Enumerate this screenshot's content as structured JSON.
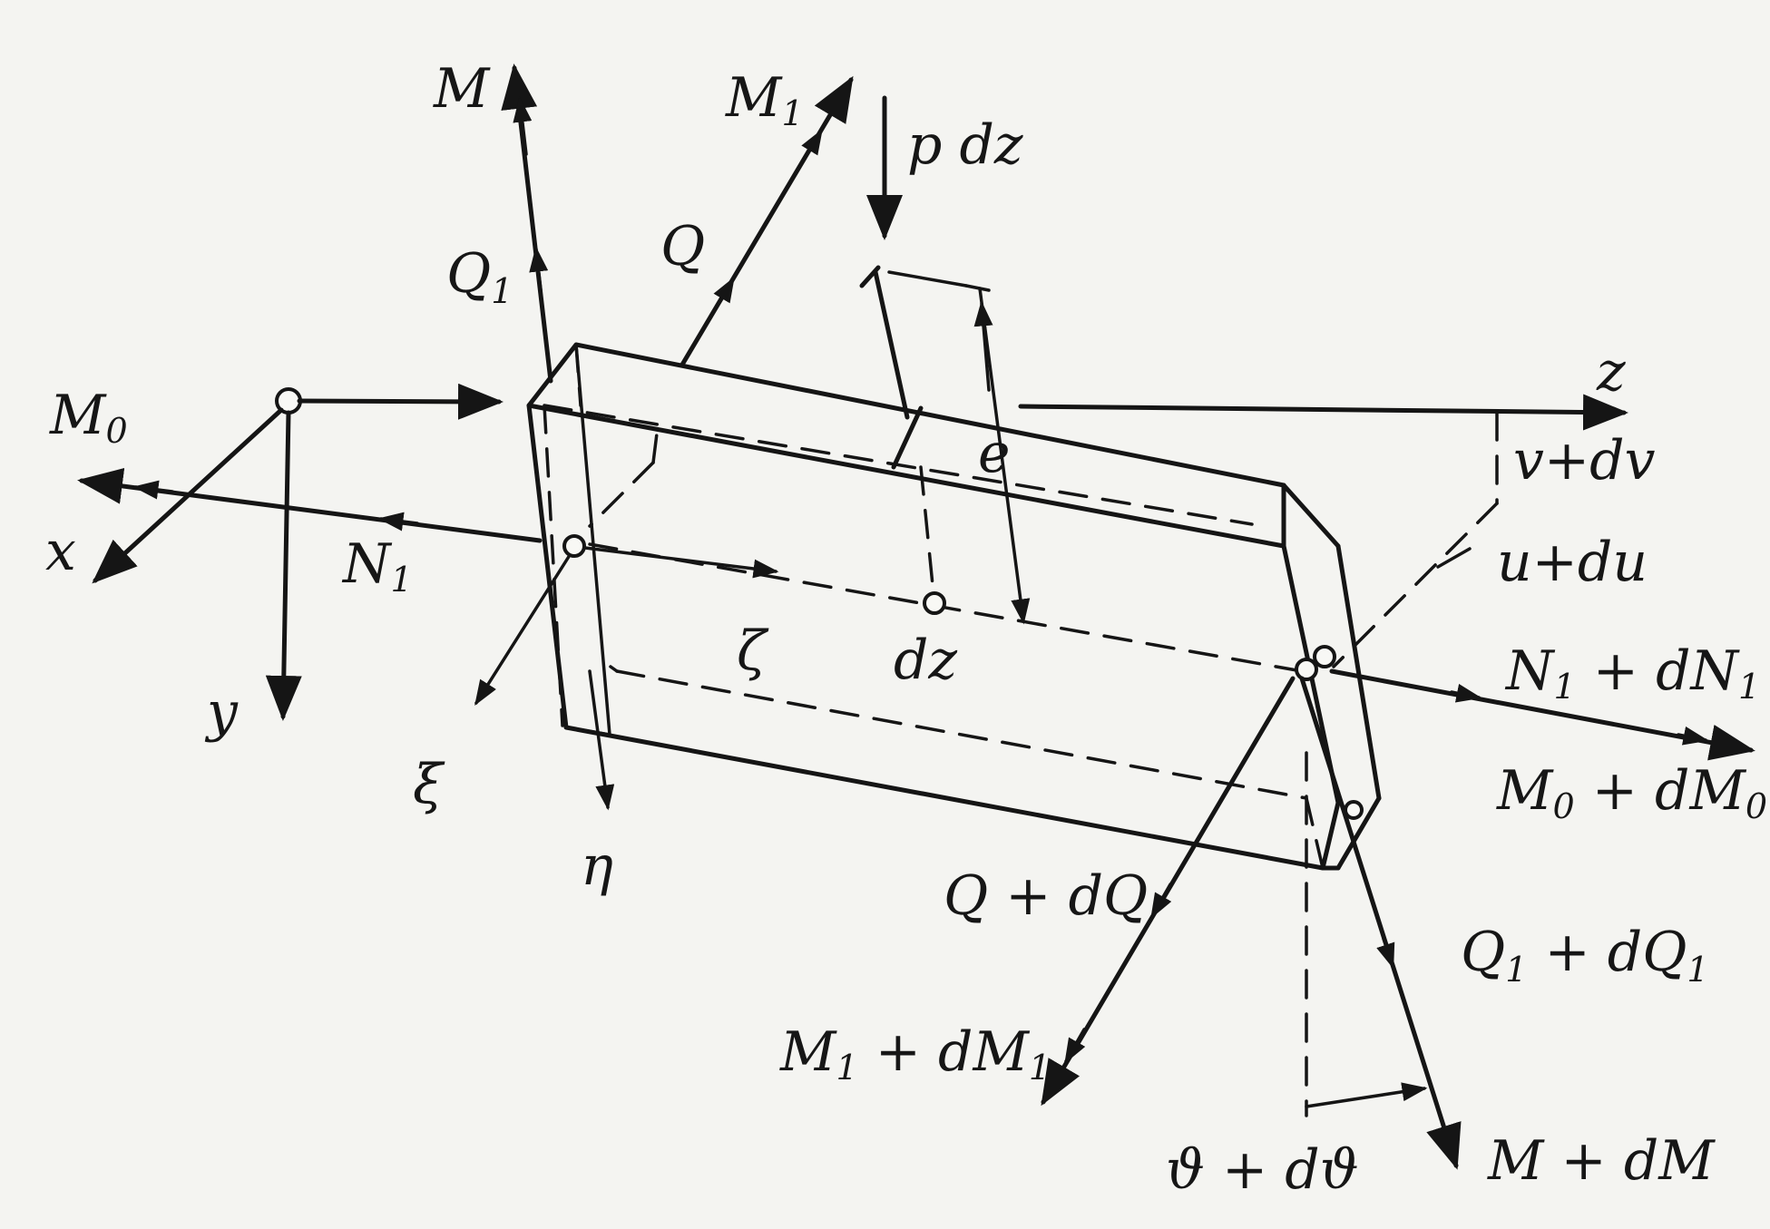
{
  "diagram": {
    "labels": {
      "M": "M",
      "M1": "M",
      "M1_sub": "1",
      "p_dz": "p dz",
      "Q1": "Q",
      "Q1_sub": "1",
      "Q": "Q",
      "z": "z",
      "M0": "M",
      "M0_sub": "0",
      "x": "x",
      "N1": "N",
      "N1_sub": "1",
      "y": "y",
      "xi": "ξ",
      "eta": "η",
      "zeta": "ζ",
      "dz": "dz",
      "e": "e",
      "v_dv": "v+dv",
      "u_du": "u+du",
      "N1_dN1_a": "N",
      "N1_dN1_sub1": "1",
      "N1_dN1_b": " + dN",
      "N1_dN1_sub2": "1",
      "M0_dM0_a": "M",
      "M0_dM0_sub1": "0",
      "M0_dM0_b": " + dM",
      "M0_dM0_sub2": "0",
      "Q_dQ": "Q + dQ",
      "Q1_dQ1_a": "Q",
      "Q1_dQ1_sub1": "1",
      "Q1_dQ1_b": " + dQ",
      "Q1_dQ1_sub2": "1",
      "M1_dM1_a": "M",
      "M1_dM1_sub1": "1",
      "M1_dM1_b": " + dM",
      "M1_dM1_sub2": "1",
      "theta_dtheta": "ϑ + dϑ",
      "M_dM": "M + dM"
    }
  }
}
